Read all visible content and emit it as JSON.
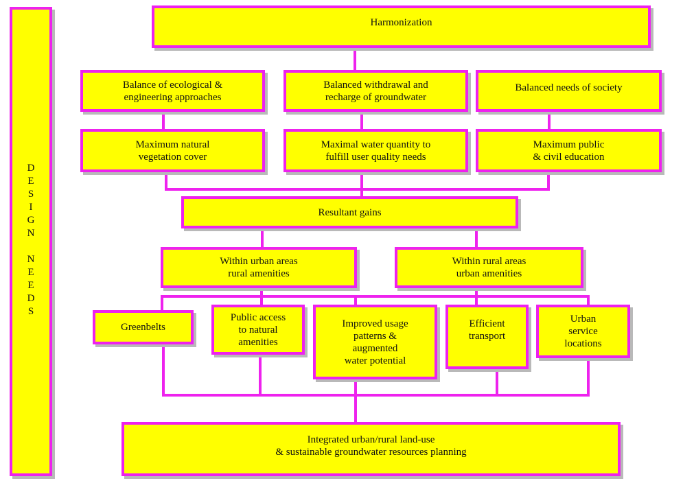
{
  "side_label": "D\nE\nS\nI\nG\nN\n\nN\nE\nE\nD\nS",
  "nodes": {
    "harmonization": "Harmonization",
    "balance_eco": "Balance of ecological &\nengineering approaches",
    "balance_groundwater": "Balanced withdrawal and\nrecharge of groundwater",
    "balance_society": "Balanced needs of society",
    "max_vegetation": "Maximum natural\nvegetation cover",
    "max_water": "Maximal water quantity to\nfulfill user quality needs",
    "max_public": "Maximum public\n& civil education",
    "resultant_gains": "Resultant gains",
    "within_urban": "Within urban areas\nrural amenities",
    "within_rural": "Within rural areas\nurban amenities",
    "greenbelts": "Greenbelts",
    "public_access": "Public access\nto natural\namenities",
    "improved_usage": "Improved usage\npatterns &\naugmented\nwater potential",
    "efficient_transport": "Efficient\ntransport",
    "urban_service": "Urban\nservice\nlocations",
    "integrated": "Integrated urban/rural land-use\n& sustainable groundwater resources planning"
  },
  "colors": {
    "box_fill": "#ffff00",
    "border": "#ee22ee"
  }
}
